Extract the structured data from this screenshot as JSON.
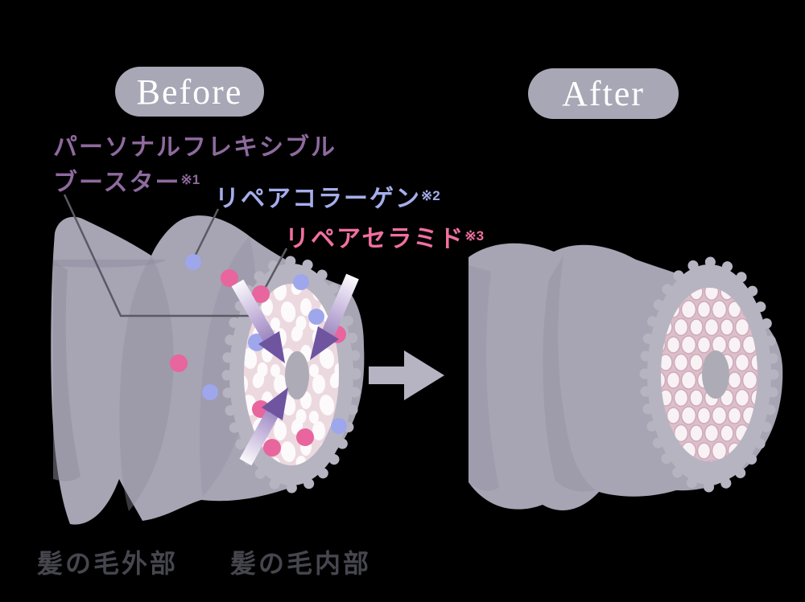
{
  "badges": {
    "before": "Before",
    "after": "After"
  },
  "annotations": {
    "booster": {
      "line1": "パーソナルフレキシブル",
      "line2": "ブースター",
      "note": "※1"
    },
    "collagen": {
      "text": "リペアコラーゲン",
      "note": "※2"
    },
    "ceramide": {
      "text": "リペアセラミド",
      "note": "※3"
    }
  },
  "captions": {
    "hair_outside": "髪の毛外部",
    "hair_inside": "髪の毛内部"
  },
  "colors": {
    "background": "#000000",
    "badge_bg": "#a8a7b5",
    "badge_text": "#ffffff",
    "booster_text": "#8e6a9e",
    "collagen_text": "#a5aeeb",
    "ceramide_text": "#f0709f",
    "caption_text": "#46464e",
    "hair_base": "#a7a4b3",
    "hair_shade": "#8f8b9e",
    "cuticle_ring": "#b7b4c2",
    "cortex_before": "#ecd9df",
    "cortex_after": "#dcbfca",
    "cell_fill": "#fdfafb",
    "cell_after_fill": "#f8f2f5",
    "cell_after_line": "#cfaaba",
    "medulla": "#adabb6",
    "dot_blue": "#9ea7ec",
    "dot_pink": "#e8659e",
    "arrow_purple": "#6f55a0",
    "leader_line": "#5a5a64",
    "transform_arrow": "#b6b3c2"
  }
}
